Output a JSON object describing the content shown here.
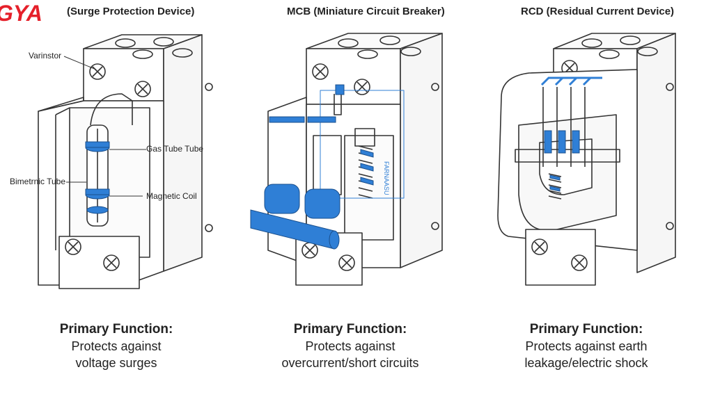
{
  "brand": {
    "logo_text": "GYA",
    "logo_color": "#e5202a"
  },
  "accent_color": "#2f7fd6",
  "devices": [
    {
      "title": "(Surge Protection Device)",
      "labels": {
        "top": "Varinstor",
        "mid_right": "Gas Tube Tube",
        "mid_left": "Bimetrnic Tube",
        "low_right": "Magnetic Coil"
      },
      "function_label": "Primary Function:",
      "function_lines": [
        "Protects against",
        "voltage surges"
      ]
    },
    {
      "title": "MCB (Miniature Circuit Breaker)",
      "side_label": "FARNAASU",
      "function_label": "Primary Function:",
      "function_lines": [
        "Protects against",
        "overcurrent/short circuits"
      ]
    },
    {
      "title": "RCD (Residual Current Device)",
      "function_label": "Primary Function:",
      "function_lines": [
        "Protects against earth",
        "leakage/electric shock"
      ]
    }
  ]
}
